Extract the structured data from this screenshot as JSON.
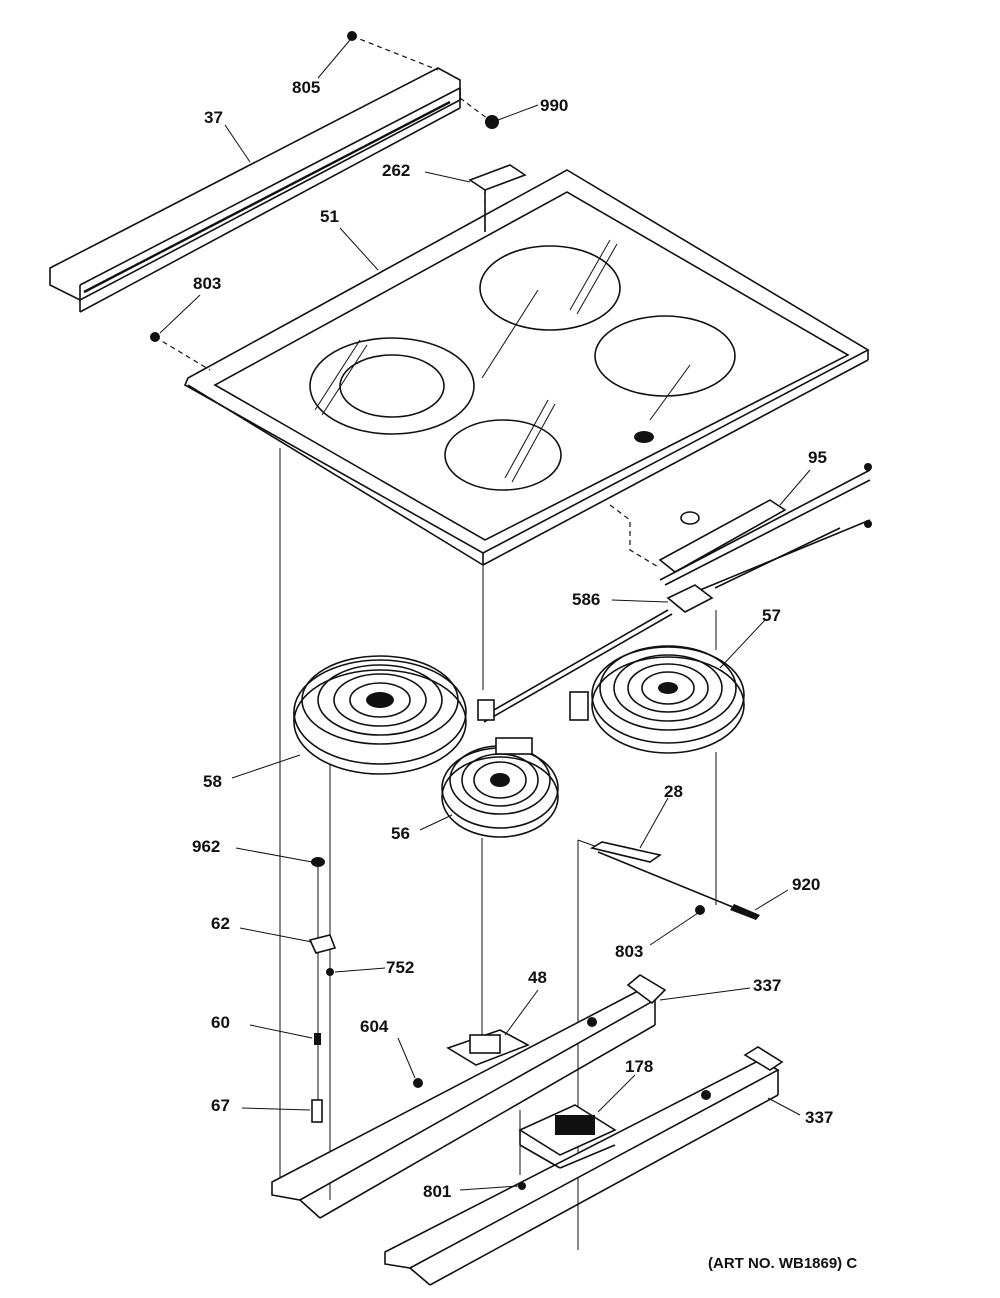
{
  "diagram": {
    "art_number": "(ART NO. WB1869) C",
    "part_labels": [
      {
        "id": "p805",
        "text": "805"
      },
      {
        "id": "p990",
        "text": "990"
      },
      {
        "id": "p37",
        "text": "37"
      },
      {
        "id": "p262",
        "text": "262"
      },
      {
        "id": "p51",
        "text": "51"
      },
      {
        "id": "p803a",
        "text": "803"
      },
      {
        "id": "p95",
        "text": "95"
      },
      {
        "id": "p586",
        "text": "586"
      },
      {
        "id": "p57",
        "text": "57"
      },
      {
        "id": "p58",
        "text": "58"
      },
      {
        "id": "p56",
        "text": "56"
      },
      {
        "id": "p28",
        "text": "28"
      },
      {
        "id": "p962",
        "text": "962"
      },
      {
        "id": "p920",
        "text": "920"
      },
      {
        "id": "p62",
        "text": "62"
      },
      {
        "id": "p803b",
        "text": "803"
      },
      {
        "id": "p752",
        "text": "752"
      },
      {
        "id": "p48",
        "text": "48"
      },
      {
        "id": "p337a",
        "text": "337"
      },
      {
        "id": "p60",
        "text": "60"
      },
      {
        "id": "p604",
        "text": "604"
      },
      {
        "id": "p178",
        "text": "178"
      },
      {
        "id": "p67",
        "text": "67"
      },
      {
        "id": "p337b",
        "text": "337"
      },
      {
        "id": "p801",
        "text": "801"
      }
    ]
  }
}
